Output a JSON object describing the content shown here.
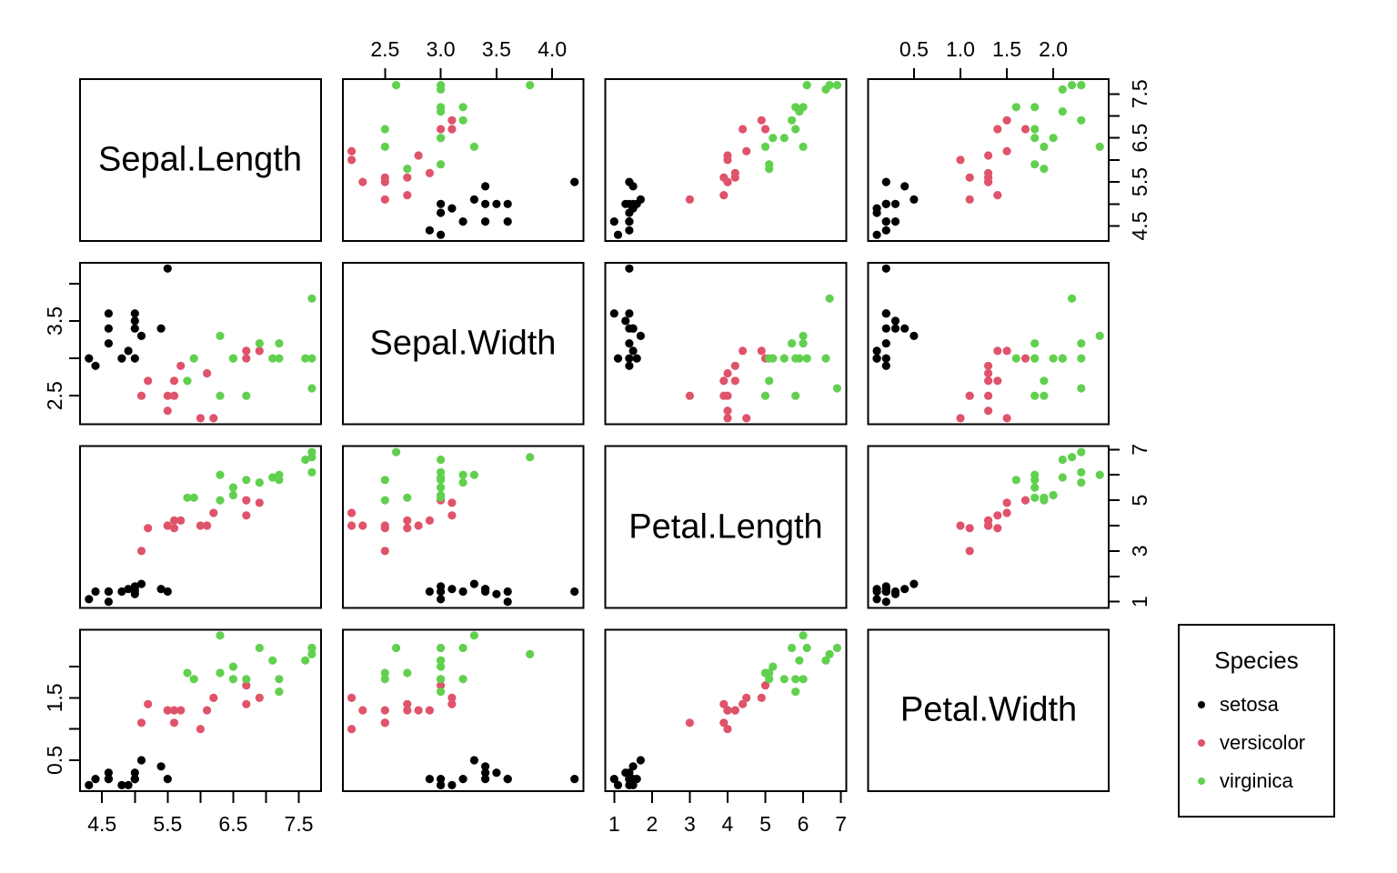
{
  "chart_data": {
    "type": "scatter",
    "kind": "pairs-scatterplot-matrix",
    "title": "",
    "variables": [
      "Sepal.Length",
      "Sepal.Width",
      "Petal.Length",
      "Petal.Width"
    ],
    "grid": "off",
    "axis_ranges": {
      "Sepal.Length": [
        4.164,
        7.836
      ],
      "Sepal.Width": [
        2.12,
        4.28
      ],
      "Petal.Length": [
        0.764,
        7.136
      ],
      "Petal.Width": [
        0.004,
        2.596
      ]
    },
    "axes": {
      "top": [
        {
          "col": 1,
          "ticks": [
            2.5,
            3.0,
            3.5,
            4.0
          ],
          "labels": [
            "2.5",
            "3.0",
            "3.5",
            "4.0"
          ]
        },
        {
          "col": 3,
          "ticks": [
            0.5,
            1.0,
            1.5,
            2.0
          ],
          "labels": [
            "0.5",
            "1.0",
            "1.5",
            "2.0"
          ]
        }
      ],
      "bottom": [
        {
          "col": 0,
          "ticks": [
            4.5,
            5.0,
            5.5,
            6.0,
            6.5,
            7.0,
            7.5
          ],
          "labels": [
            "4.5",
            "",
            "5.5",
            "",
            "6.5",
            "",
            "7.5"
          ]
        },
        {
          "col": 2,
          "ticks": [
            1,
            2,
            3,
            4,
            5,
            6,
            7
          ],
          "labels": [
            "1",
            "2",
            "3",
            "4",
            "5",
            "6",
            "7"
          ]
        }
      ],
      "left": [
        {
          "row": 1,
          "ticks": [
            2.5,
            3.0,
            3.5,
            4.0
          ],
          "labels": [
            "2.5",
            "",
            "3.5",
            ""
          ]
        },
        {
          "row": 3,
          "ticks": [
            0.5,
            1.0,
            1.5,
            2.0
          ],
          "labels": [
            "0.5",
            "",
            "1.5",
            ""
          ]
        }
      ],
      "right": [
        {
          "row": 0,
          "ticks": [
            4.5,
            5.0,
            5.5,
            6.0,
            6.5,
            7.0,
            7.5
          ],
          "labels": [
            "4.5",
            "",
            "5.5",
            "",
            "6.5",
            "",
            "7.5"
          ]
        },
        {
          "row": 2,
          "ticks": [
            1,
            2,
            3,
            4,
            5,
            6,
            7
          ],
          "labels": [
            "1",
            "",
            "3",
            "",
            "5",
            "",
            "7"
          ]
        }
      ]
    },
    "series": [
      {
        "name": "setosa",
        "color": "#000000",
        "points": [
          [
            4.3,
            3.0,
            1.1,
            0.1
          ],
          [
            4.4,
            2.9,
            1.4,
            0.2
          ],
          [
            4.6,
            3.2,
            1.4,
            0.2
          ],
          [
            4.6,
            3.4,
            1.4,
            0.3
          ],
          [
            4.6,
            3.6,
            1.0,
            0.2
          ],
          [
            4.8,
            3.0,
            1.4,
            0.1
          ],
          [
            4.9,
            3.1,
            1.5,
            0.1
          ],
          [
            5.0,
            3.0,
            1.6,
            0.2
          ],
          [
            5.0,
            3.4,
            1.5,
            0.2
          ],
          [
            5.0,
            3.5,
            1.3,
            0.3
          ],
          [
            5.0,
            3.6,
            1.4,
            0.2
          ],
          [
            5.1,
            3.3,
            1.7,
            0.5
          ],
          [
            5.4,
            3.4,
            1.5,
            0.4
          ],
          [
            5.5,
            4.2,
            1.4,
            0.2
          ]
        ]
      },
      {
        "name": "versicolor",
        "color": "#DF536B",
        "points": [
          [
            5.1,
            2.5,
            3.0,
            1.1
          ],
          [
            5.2,
            2.7,
            3.9,
            1.4
          ],
          [
            5.5,
            2.3,
            4.0,
            1.3
          ],
          [
            5.5,
            2.5,
            4.0,
            1.3
          ],
          [
            5.6,
            2.5,
            3.9,
            1.1
          ],
          [
            5.6,
            2.7,
            4.2,
            1.3
          ],
          [
            5.7,
            2.9,
            4.2,
            1.3
          ],
          [
            6.0,
            2.2,
            4.0,
            1.0
          ],
          [
            6.1,
            2.8,
            4.0,
            1.3
          ],
          [
            6.2,
            2.2,
            4.5,
            1.5
          ],
          [
            6.7,
            3.1,
            4.4,
            1.4
          ],
          [
            6.7,
            3.0,
            5.0,
            1.7
          ],
          [
            6.9,
            3.1,
            4.9,
            1.5
          ]
        ]
      },
      {
        "name": "virginica",
        "color": "#61D04F",
        "points": [
          [
            5.8,
            2.7,
            5.1,
            1.9
          ],
          [
            5.9,
            3.0,
            5.1,
            1.8
          ],
          [
            6.3,
            2.5,
            5.0,
            1.9
          ],
          [
            6.3,
            3.3,
            6.0,
            2.5
          ],
          [
            6.5,
            3.0,
            5.5,
            1.8
          ],
          [
            6.5,
            3.0,
            5.2,
            2.0
          ],
          [
            6.7,
            2.5,
            5.8,
            1.8
          ],
          [
            6.9,
            3.2,
            5.7,
            2.3
          ],
          [
            7.1,
            3.0,
            5.9,
            2.1
          ],
          [
            7.2,
            3.0,
            5.8,
            1.6
          ],
          [
            7.2,
            3.2,
            6.0,
            1.8
          ],
          [
            7.6,
            3.0,
            6.6,
            2.1
          ],
          [
            7.7,
            2.6,
            6.9,
            2.3
          ],
          [
            7.7,
            3.0,
            6.1,
            2.3
          ],
          [
            7.7,
            3.8,
            6.7,
            2.2
          ]
        ]
      }
    ],
    "legend": {
      "title": "Species",
      "position": "bottom-right",
      "items": [
        {
          "label": "setosa",
          "color": "#000000"
        },
        {
          "label": "versicolor",
          "color": "#DF536B"
        },
        {
          "label": "virginica",
          "color": "#61D04F"
        }
      ]
    },
    "colors": {
      "foreground": "#000000",
      "background": "#ffffff",
      "setosa": "#000000",
      "versicolor": "#DF536B",
      "virginica": "#61D04F"
    }
  }
}
